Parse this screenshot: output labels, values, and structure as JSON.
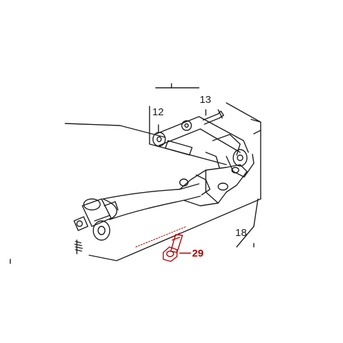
{
  "callouts": {
    "part_12": "12",
    "part_13": "13",
    "part_18": "18",
    "part_29": "29"
  },
  "highlight_color": "#b30000",
  "line_color": "#1a1a1a"
}
